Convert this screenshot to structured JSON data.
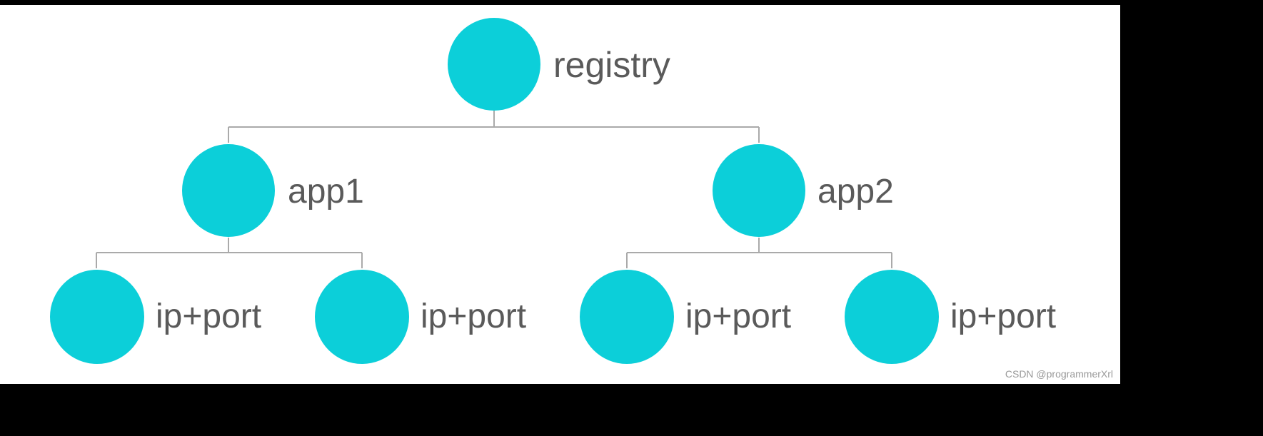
{
  "diagram": {
    "node_color": "#0ccfd9",
    "root": {
      "label": "registry"
    },
    "apps": [
      {
        "label": "app1",
        "children": [
          {
            "label": "ip+port"
          },
          {
            "label": "ip+port"
          }
        ]
      },
      {
        "label": "app2",
        "children": [
          {
            "label": "ip+port"
          },
          {
            "label": "ip+port"
          }
        ]
      }
    ]
  },
  "watermark": "CSDN @programmerXrl"
}
